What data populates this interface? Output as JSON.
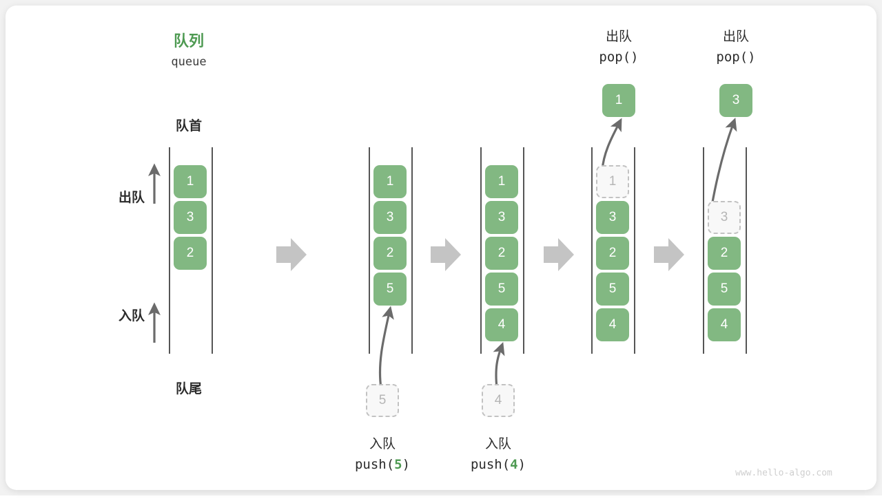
{
  "diagram": {
    "title_cn": "队列",
    "title_en": "queue",
    "head_label": "队首",
    "tail_label": "队尾",
    "dequeue_label": "出队",
    "enqueue_label": "入队",
    "watermark": "www.hello-algo.com",
    "accent_green": "#82b882",
    "title_green": "#4e9a52",
    "ghost_gray": "#b5b5b5",
    "arrow_gray": "#c4c4c4"
  },
  "columns": [
    {
      "id": "initial",
      "cells": [
        {
          "value": "1",
          "state": "filled",
          "slot": 0
        },
        {
          "value": "3",
          "state": "filled",
          "slot": 1
        },
        {
          "value": "2",
          "state": "filled",
          "slot": 2
        }
      ]
    },
    {
      "id": "after-push-5",
      "op_cn": "入队",
      "op_code_prefix": "push(",
      "op_code_num": "5",
      "op_code_suffix": ")",
      "incoming": "5",
      "cells": [
        {
          "value": "1",
          "state": "filled",
          "slot": 0
        },
        {
          "value": "3",
          "state": "filled",
          "slot": 1
        },
        {
          "value": "2",
          "state": "filled",
          "slot": 2
        },
        {
          "value": "5",
          "state": "filled",
          "slot": 3
        }
      ]
    },
    {
      "id": "after-push-4",
      "op_cn": "入队",
      "op_code_prefix": "push(",
      "op_code_num": "4",
      "op_code_suffix": ")",
      "incoming": "4",
      "cells": [
        {
          "value": "1",
          "state": "filled",
          "slot": 0
        },
        {
          "value": "3",
          "state": "filled",
          "slot": 1
        },
        {
          "value": "2",
          "state": "filled",
          "slot": 2
        },
        {
          "value": "5",
          "state": "filled",
          "slot": 3
        },
        {
          "value": "4",
          "state": "filled",
          "slot": 4
        }
      ]
    },
    {
      "id": "after-pop-1",
      "op_cn": "出队",
      "op_code": "pop()",
      "popped": "1",
      "cells": [
        {
          "value": "1",
          "state": "ghost",
          "slot": 0
        },
        {
          "value": "3",
          "state": "filled",
          "slot": 1
        },
        {
          "value": "2",
          "state": "filled",
          "slot": 2
        },
        {
          "value": "5",
          "state": "filled",
          "slot": 3
        },
        {
          "value": "4",
          "state": "filled",
          "slot": 4
        }
      ]
    },
    {
      "id": "after-pop-3",
      "op_cn": "出队",
      "op_code": "pop()",
      "popped": "3",
      "cells": [
        {
          "value": "3",
          "state": "ghost",
          "slot": 1
        },
        {
          "value": "2",
          "state": "filled",
          "slot": 2
        },
        {
          "value": "5",
          "state": "filled",
          "slot": 3
        },
        {
          "value": "4",
          "state": "filled",
          "slot": 4
        }
      ]
    }
  ]
}
